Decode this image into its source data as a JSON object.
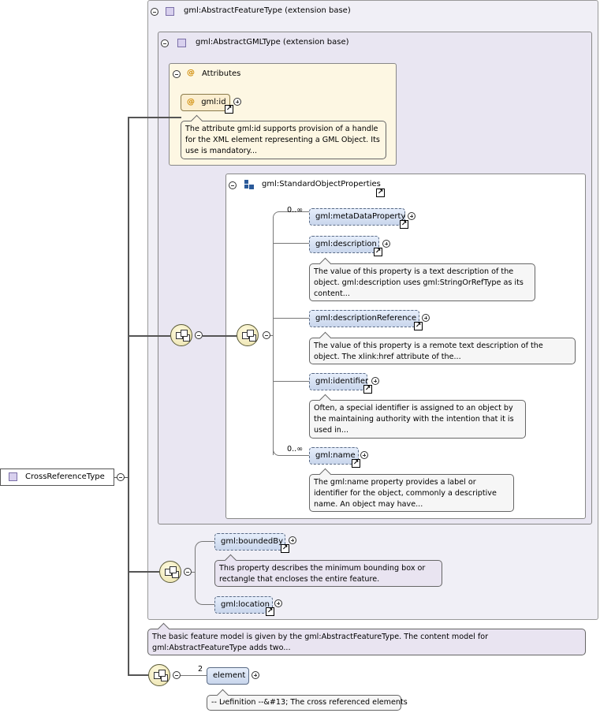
{
  "root": {
    "label": "CrossReferenceType"
  },
  "feature_panel": {
    "title": "gml:AbstractFeatureType (extension base)"
  },
  "gml_panel": {
    "title": "gml:AbstractGMLType (extension base)"
  },
  "attributes_panel": {
    "title": "Attributes",
    "at_symbol": "@",
    "attr_label": "gml:id",
    "attr_note": "The attribute gml:id supports provision of a handle for the XML element representing a GML Object. Its use is mandatory..."
  },
  "sop_panel": {
    "title": "gml:StandardObjectProperties"
  },
  "elements": {
    "metadata": {
      "label": "gml:metaDataProperty",
      "card": "0..∞"
    },
    "description": {
      "label": "gml:description",
      "note": "The value of this property is a text description of the object. gml:description uses gml:StringOrRefType as its content..."
    },
    "description_reference": {
      "label": "gml:descriptionReference",
      "note": "The value of this property is a remote text description of the object. The xlink:href attribute of the..."
    },
    "identifier": {
      "label": "gml:identifier",
      "note": "Often, a special identifier is assigned to an object by the maintaining authority with the intention that it is used in..."
    },
    "name": {
      "label": "gml:name",
      "card": "0..∞",
      "note": "The gml:name property provides a label or identifier for the object, commonly a descriptive name. An object may have..."
    },
    "bounded_by": {
      "label": "gml:boundedBy",
      "note": "This property describes the minimum bounding box or rectangle that encloses the entire feature."
    },
    "location": {
      "label": "gml:location"
    },
    "element": {
      "label": "element",
      "card": "2",
      "note": "-- Definition --&#13; The cross referenced elements"
    }
  },
  "feature_note": "The basic feature model is given by the gml:AbstractFeatureType. The content model for gml:AbstractFeatureType adds two...",
  "colors": {
    "panel_bg": "#f0eff6",
    "attr_bg": "#fdf7e3",
    "element_fill": "#d6e1f3"
  }
}
